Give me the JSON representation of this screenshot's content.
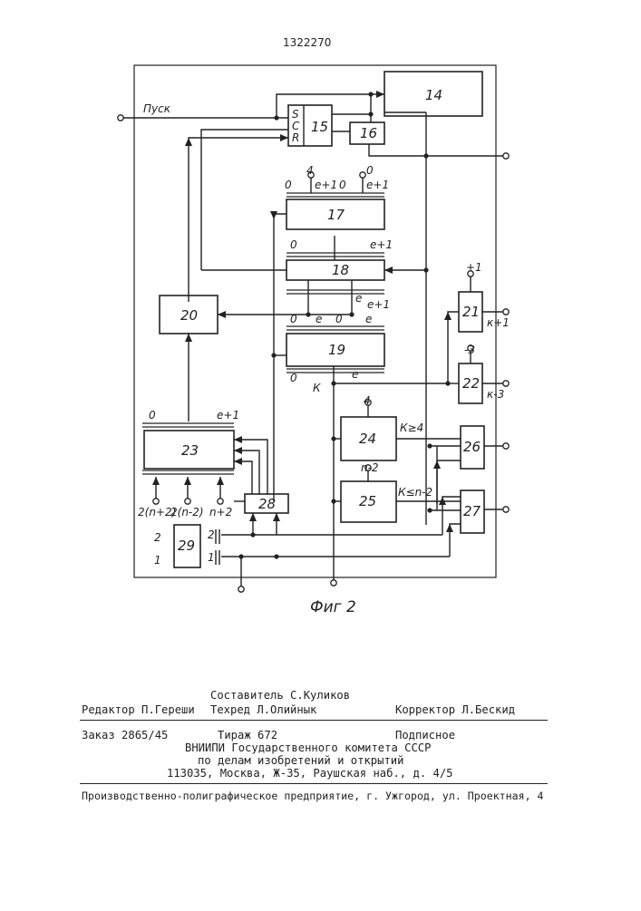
{
  "page_number": "1322270",
  "figure_caption": "Фиг 2",
  "blocks": {
    "b14": "14",
    "b15": "15",
    "b16": "16",
    "b17": "17",
    "b18": "18",
    "b19": "19",
    "b20": "20",
    "b21": "21",
    "b22": "22",
    "b23": "23",
    "b24": "24",
    "b25": "25",
    "b26": "26",
    "b27": "27",
    "b28": "28",
    "b29": "29"
  },
  "signals": {
    "start": "Пуск",
    "trigger_inputs": [
      "S",
      "C",
      "R"
    ],
    "k": "К",
    "k_ge_4": "К≥4",
    "k_le_n2": "К≤n-2",
    "out_k1": "к+1",
    "out_k3": "к-3",
    "const_plus1": "+1",
    "const_minus3": "-3",
    "const_4": "4",
    "const_n2": "n-2"
  },
  "bus_labels": {
    "b17_top": [
      "0",
      "4",
      "e+1",
      "0",
      "0",
      "e+1"
    ],
    "b18_top": [
      "0",
      "e+1"
    ],
    "b18_bottom": [
      "e",
      "e+1"
    ],
    "b19_top": [
      "0",
      "e",
      "0",
      "e"
    ],
    "b19_bottom": [
      "0",
      "e"
    ],
    "b23_top": [
      "0",
      "e+1"
    ],
    "b23_inputs": [
      "2(n+2)",
      "2(n-2)",
      "n+2"
    ],
    "b29_side": [
      "2",
      "1"
    ],
    "b29_outputs": [
      "2",
      "1"
    ]
  },
  "footer": {
    "compiler": "Составитель С.Куликов",
    "editor": "Редактор П.Гереши",
    "techred": "Техред Л.Олийнык",
    "corrector": "Корректор Л.Бескид",
    "order": "Заказ 2865/45",
    "circulation": "Тираж 672",
    "subscription": "Подписное",
    "org_line1": "ВНИИПИ Государственного комитета СССР",
    "org_line2": "по делам изобретений и открытий",
    "address": "113035, Москва, Ж-35, Раушская наб., д. 4/5",
    "printer": "Производственно-полиграфическое предприятие, г. Ужгород, ул. Проектная, 4"
  }
}
